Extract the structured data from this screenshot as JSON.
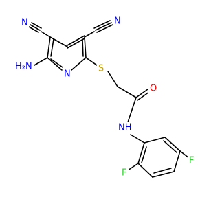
{
  "molecule": {
    "colors": {
      "N": "#0000ff",
      "O": "#ff0000",
      "S": "#c8a000",
      "F": "#33cc33",
      "bond": "#000000"
    },
    "labels": {
      "n_left_cn": "N",
      "n_right_cn": "N",
      "amino": "H₂N",
      "ring_n": "N",
      "sulfur": "S",
      "oxygen": "O",
      "amide_nh": "NH",
      "f_ortho": "F",
      "f_para": "F"
    }
  }
}
